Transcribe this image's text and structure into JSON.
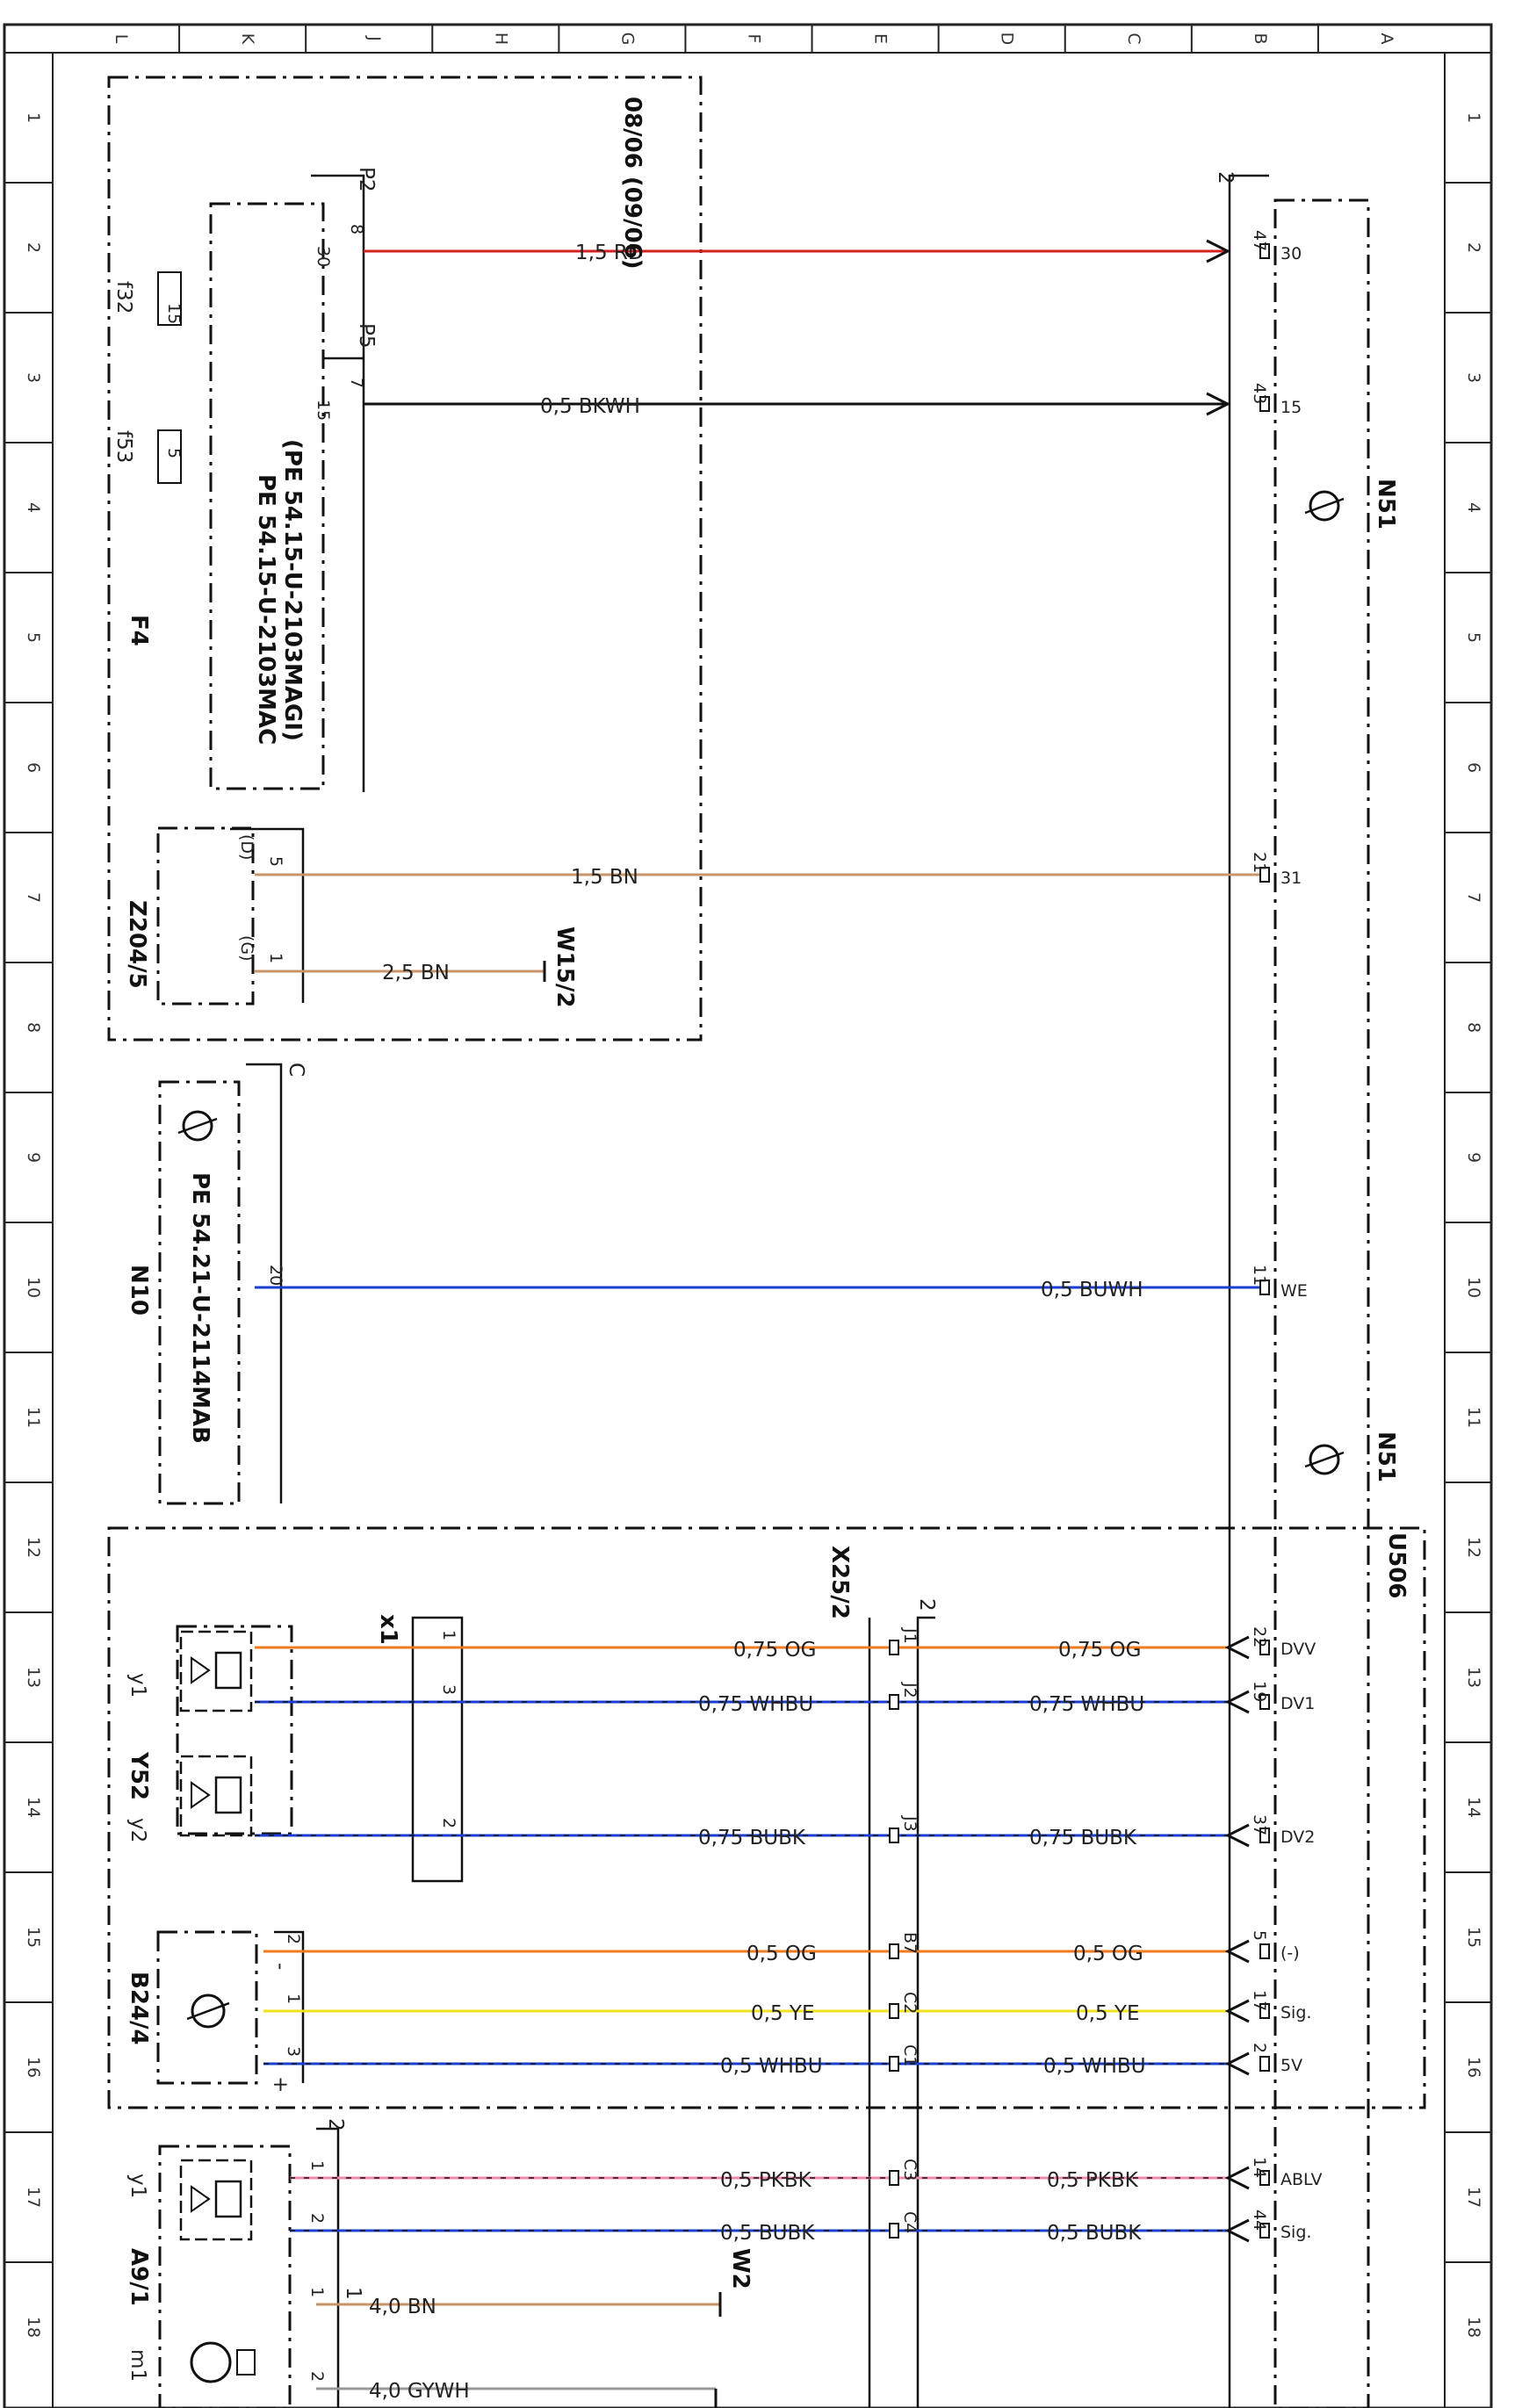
{
  "border": {
    "col_letters": [
      "L",
      "K",
      "J",
      "H",
      "G",
      "F",
      "E",
      "D",
      "C",
      "B",
      "A"
    ],
    "row_numbers": [
      "1",
      "2",
      "3",
      "4",
      "5",
      "6",
      "7",
      "8",
      "9",
      "10",
      "11",
      "12",
      "13",
      "14",
      "15",
      "16",
      "17",
      "18"
    ]
  },
  "components": {
    "F4": {
      "name": "F4",
      "ref1": "PE 54.15-U-2103MAC",
      "ref2": "(PE 54.15-U-2103MAGI)",
      "variant": "08/06 (09/06)",
      "fuse_f32": "f32",
      "fuse_f32_rating": "15",
      "fuse_f53": "f53",
      "fuse_f53_rating": "5",
      "conn_p2": "P2",
      "conn_p5": "P5"
    },
    "Z204_5": {
      "name": "Z204/5",
      "pin_d": "(D)",
      "pin_g": "(G)"
    },
    "W15_2": {
      "name": "W15/2"
    },
    "N10": {
      "name": "N10",
      "ref": "PE 54.21-U-2114MAB",
      "conn": "C"
    },
    "N51": {
      "name": "N51",
      "conn": "2"
    },
    "U506": {
      "name": "U506"
    },
    "X25_2": {
      "name": "X25/2",
      "conn": "2"
    },
    "x1": {
      "name": "x1"
    },
    "Y52": {
      "name": "Y52",
      "y1": "y1",
      "y2": "y2"
    },
    "B24_4": {
      "name": "B24/4"
    },
    "A9_1": {
      "name": "A9/1",
      "y1": "y1",
      "m1": "m1",
      "conn2": "2",
      "conn1": "1"
    },
    "W2": {
      "name": "W2"
    }
  },
  "wires": [
    {
      "label": "1,5 RD",
      "color": "#d42020",
      "stripe": "",
      "pin_left": "8",
      "pin_left2": "30",
      "pin_right": "47",
      "term": "30"
    },
    {
      "label": "0,5 BKWH",
      "color": "#111111",
      "stripe": "",
      "pin_left": "7",
      "pin_left2": "15",
      "pin_right": "43",
      "term": "15"
    },
    {
      "label": "1,5 BN",
      "color": "#c8956a",
      "stripe": "",
      "pin_left": "5",
      "pin_right": "21",
      "term": "31"
    },
    {
      "label": "2,5 BN",
      "color": "#c8956a",
      "stripe": "",
      "pin_left": "1"
    },
    {
      "label": "0,5 BUWH",
      "color": "#1a3fd0",
      "stripe": "",
      "pin_left": "20",
      "pin_right": "11",
      "term": "WE"
    },
    {
      "label": "0,75 OG",
      "label2": "0,75 OG",
      "color": "#f07a1e",
      "pin_left": "1",
      "pin_mid": "J1",
      "pin_right": "22",
      "term": "DVV"
    },
    {
      "label": "0,75 WHBU",
      "label2": "0,75 WHBU",
      "color": "#1a3fd0",
      "pin_left": "3",
      "pin_mid": "J2",
      "pin_right": "19",
      "term": "DV1"
    },
    {
      "label": "0,75 BUBK",
      "label2": "0,75 BUBK",
      "color": "#1a3fd0",
      "pin_left": "2",
      "pin_mid": "J3",
      "pin_right": "37",
      "term": "DV2"
    },
    {
      "label": "0,5 OG",
      "label2": "0,5 OG",
      "color": "#f07a1e",
      "pin_left": "2",
      "pin_mid": "B7",
      "pin_right": "5",
      "term": "(-)",
      "sym": "-"
    },
    {
      "label": "0,5 YE",
      "label2": "0,5 YE",
      "color": "#f2e21c",
      "pin_left": "1",
      "pin_mid": "C2",
      "pin_right": "17",
      "term": "Sig.",
      "sym": ""
    },
    {
      "label": "0,5 WHBU",
      "label2": "0,5 WHBU",
      "color": "#1a3fd0",
      "pin_left": "3",
      "pin_mid": "C1",
      "pin_right": "2",
      "term": "5V",
      "sym": "+"
    },
    {
      "label": "0,5 PKBK",
      "label2": "0,5 PKBK",
      "color": "#f08aa8",
      "pin_left": "1",
      "pin_mid": "C3",
      "pin_right": "14",
      "term": "ABLV"
    },
    {
      "label": "0,5 BUBK",
      "label2": "0,5 BUBK",
      "color": "#1a3fd0",
      "pin_left": "2",
      "pin_mid": "C4",
      "pin_right": "44",
      "term": "Sig."
    },
    {
      "label": "4,0 BN",
      "color": "#c8956a",
      "pin_left": "1"
    },
    {
      "label": "4,0 GYWH",
      "color": "#999999",
      "pin_left": "2"
    }
  ]
}
